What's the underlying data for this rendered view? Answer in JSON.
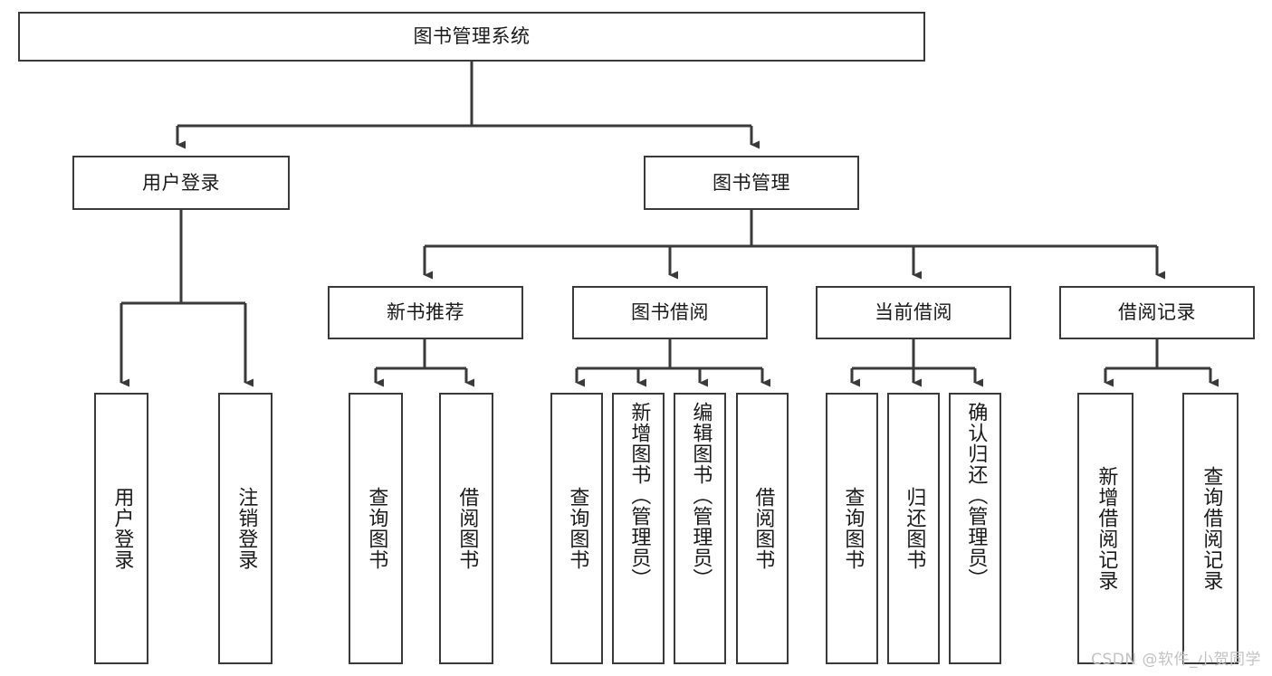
{
  "diagram": {
    "title": "图书管理系统",
    "root": {
      "label": "图书管理系统"
    },
    "level2": [
      {
        "label": "用户登录"
      },
      {
        "label": "图书管理"
      }
    ],
    "level3": [
      {
        "label": "新书推荐"
      },
      {
        "label": "图书借阅"
      },
      {
        "label": "当前借阅"
      },
      {
        "label": "借阅记录"
      }
    ],
    "leaves": {
      "user_login": [
        {
          "label": "用户登录"
        },
        {
          "label": "注销登录"
        }
      ],
      "new_book_recommend": [
        {
          "label": "查询图书"
        },
        {
          "label": "借阅图书"
        }
      ],
      "book_borrow": [
        {
          "label": "查询图书"
        },
        {
          "label": "新增图书（管理员）"
        },
        {
          "label": "编辑图书（管理员）"
        },
        {
          "label": "借阅图书"
        }
      ],
      "current_borrow": [
        {
          "label": "查询图书"
        },
        {
          "label": "归还图书"
        },
        {
          "label": "确认归还（管理员）"
        }
      ],
      "borrow_record": [
        {
          "label": "新增借阅记录"
        },
        {
          "label": "查询借阅记录"
        }
      ]
    }
  },
  "watermark": {
    "text": "CSDN @软件_小贺同学"
  },
  "colors": {
    "border": "#3a3a3a",
    "background": "#ffffff",
    "text": "#1a1a1a",
    "watermark": "#c3c3c3"
  }
}
